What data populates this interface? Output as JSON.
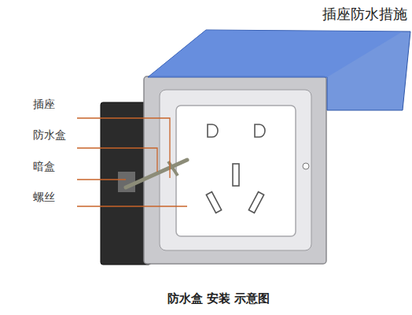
{
  "diagram": {
    "title": "插座防水措施",
    "caption": "防水盒 安装 示意图",
    "labels": [
      "插座",
      "防水盒",
      "暗盒",
      "螺丝"
    ]
  }
}
